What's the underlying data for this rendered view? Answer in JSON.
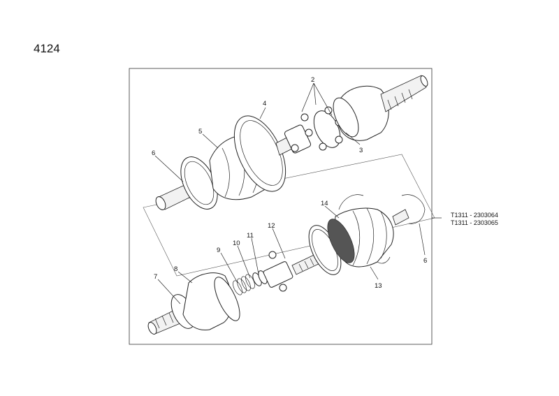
{
  "page_number": "4124",
  "references": [
    "T1311 - 2303064",
    "T1311 - 2303065"
  ],
  "callouts": {
    "c2": "2",
    "c3": "3",
    "c4": "4",
    "c5": "5",
    "c6a": "6",
    "c14": "14",
    "c12": "12",
    "c11": "11",
    "c10": "10",
    "c9": "9",
    "c8": "8",
    "c7": "7",
    "c13": "13",
    "c6b": "6"
  }
}
